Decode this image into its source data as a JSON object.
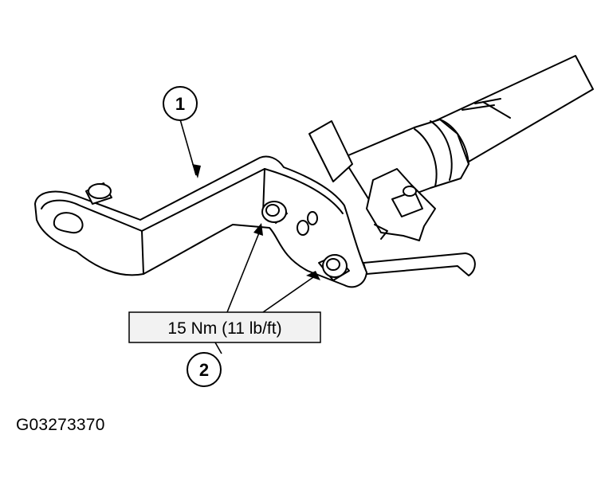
{
  "callouts": [
    {
      "number": "1"
    },
    {
      "number": "2"
    }
  ],
  "torque_label": "15 Nm (11 lb/ft)",
  "figure_id": "G03273370",
  "colors": {
    "line": "#000000",
    "background": "#ffffff",
    "label_box_fill": "#f2f2f2"
  }
}
